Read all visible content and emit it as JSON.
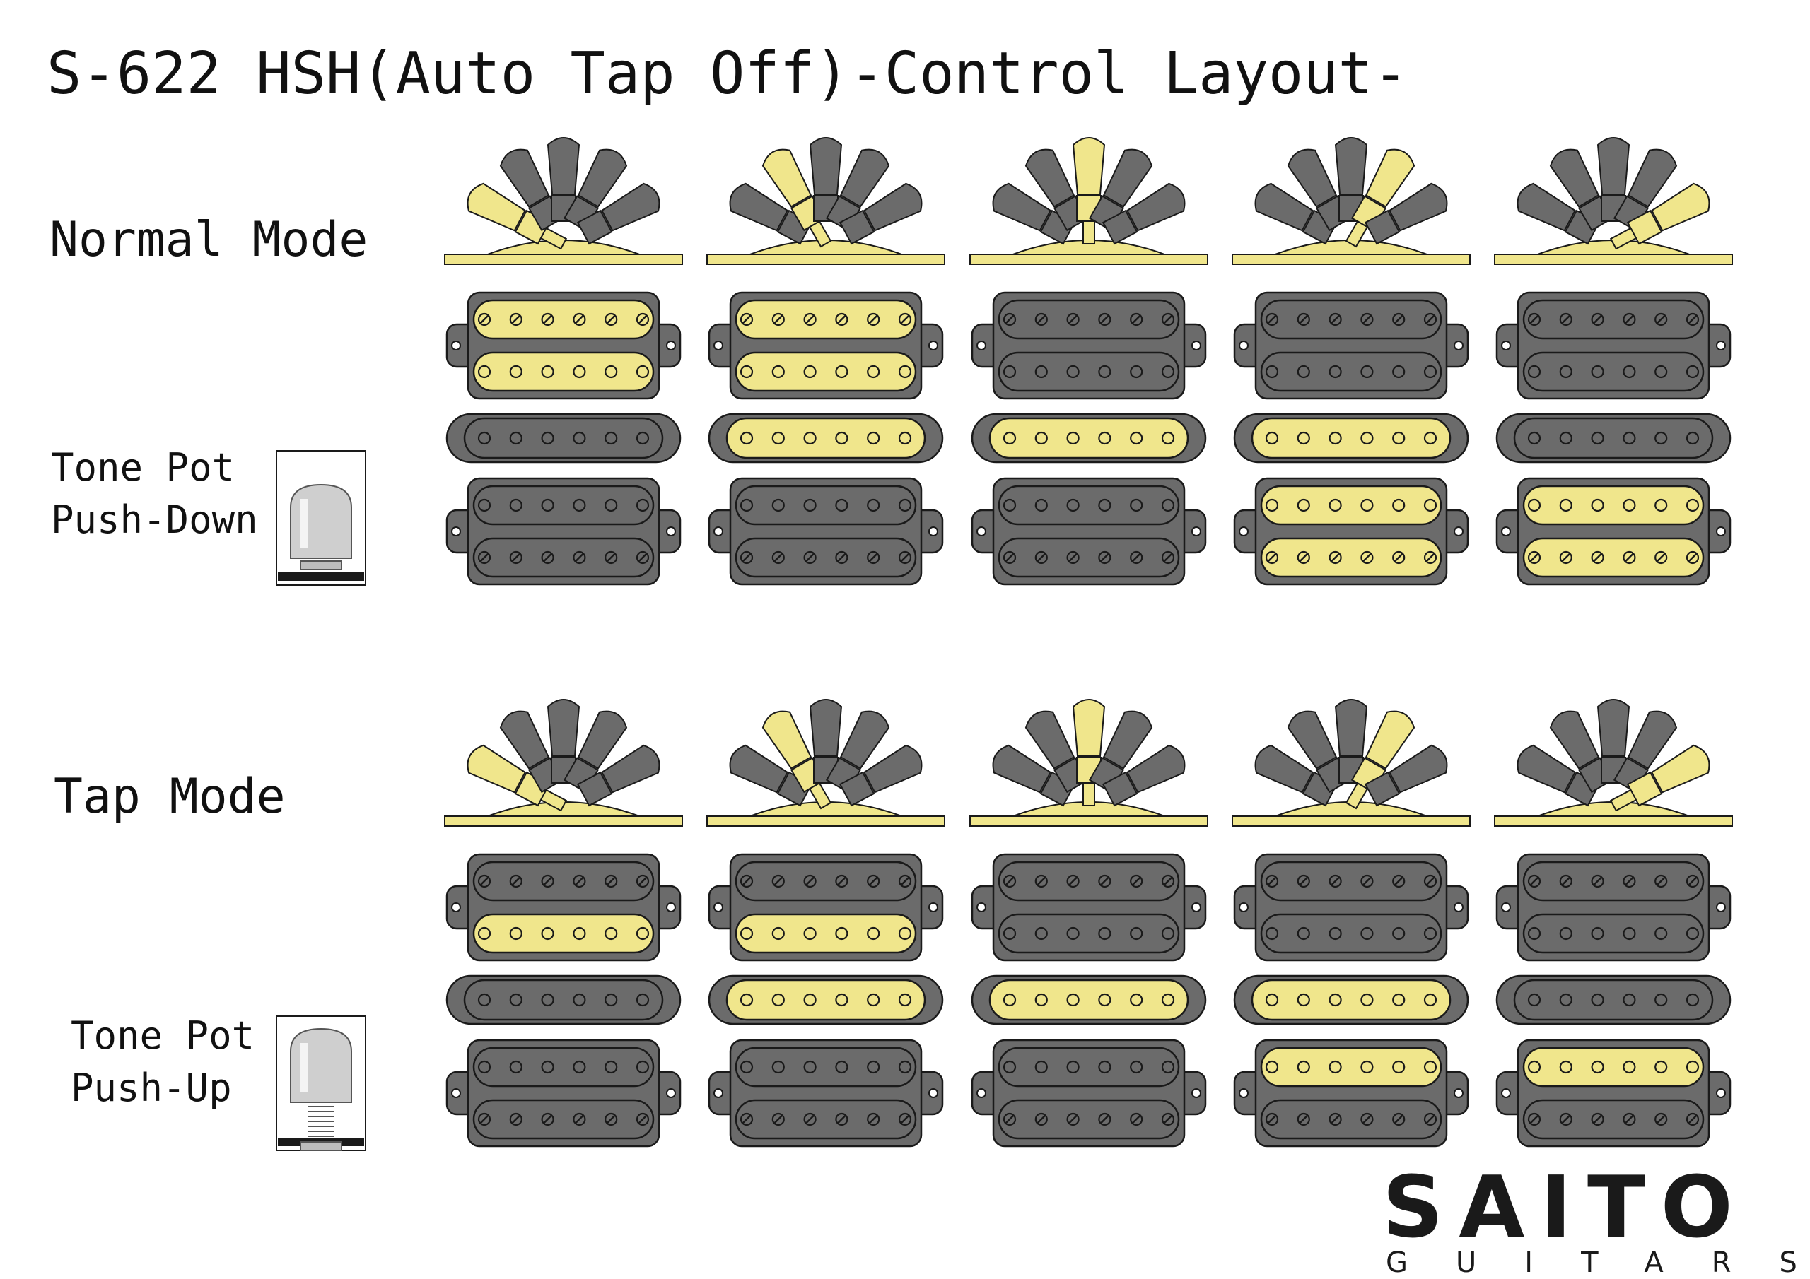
{
  "title": "S-622 HSH(Auto Tap Off)-Control Layout-",
  "colors": {
    "active": "#F0E68C",
    "inactive": "#6B6B6B",
    "outline": "#1a1a1a"
  },
  "sections": [
    {
      "label": "Normal Mode",
      "pot_label_1": "Tone Pot",
      "pot_label_2": "Push-Down",
      "pot_state": "down",
      "positions": [
        {
          "switch": 1,
          "neck": [
            "on",
            "on"
          ],
          "middle": "off",
          "bridge": [
            "off",
            "off"
          ]
        },
        {
          "switch": 2,
          "neck": [
            "on",
            "on"
          ],
          "middle": "on",
          "bridge": [
            "off",
            "off"
          ]
        },
        {
          "switch": 3,
          "neck": [
            "off",
            "off"
          ],
          "middle": "on",
          "bridge": [
            "off",
            "off"
          ]
        },
        {
          "switch": 4,
          "neck": [
            "off",
            "off"
          ],
          "middle": "on",
          "bridge": [
            "on",
            "on"
          ]
        },
        {
          "switch": 5,
          "neck": [
            "off",
            "off"
          ],
          "middle": "off",
          "bridge": [
            "on",
            "on"
          ]
        }
      ]
    },
    {
      "label": "Tap Mode",
      "pot_label_1": "Tone Pot",
      "pot_label_2": "Push-Up",
      "pot_state": "up",
      "positions": [
        {
          "switch": 1,
          "neck": [
            "off",
            "on"
          ],
          "middle": "off",
          "bridge": [
            "off",
            "off"
          ]
        },
        {
          "switch": 2,
          "neck": [
            "off",
            "on"
          ],
          "middle": "on",
          "bridge": [
            "off",
            "off"
          ]
        },
        {
          "switch": 3,
          "neck": [
            "off",
            "off"
          ],
          "middle": "on",
          "bridge": [
            "off",
            "off"
          ]
        },
        {
          "switch": 4,
          "neck": [
            "off",
            "off"
          ],
          "middle": "on",
          "bridge": [
            "on",
            "off"
          ]
        },
        {
          "switch": 5,
          "neck": [
            "off",
            "off"
          ],
          "middle": "off",
          "bridge": [
            "on",
            "off"
          ]
        }
      ]
    }
  ],
  "logo": {
    "main": "SAITO",
    "sub": "GUITARS"
  }
}
